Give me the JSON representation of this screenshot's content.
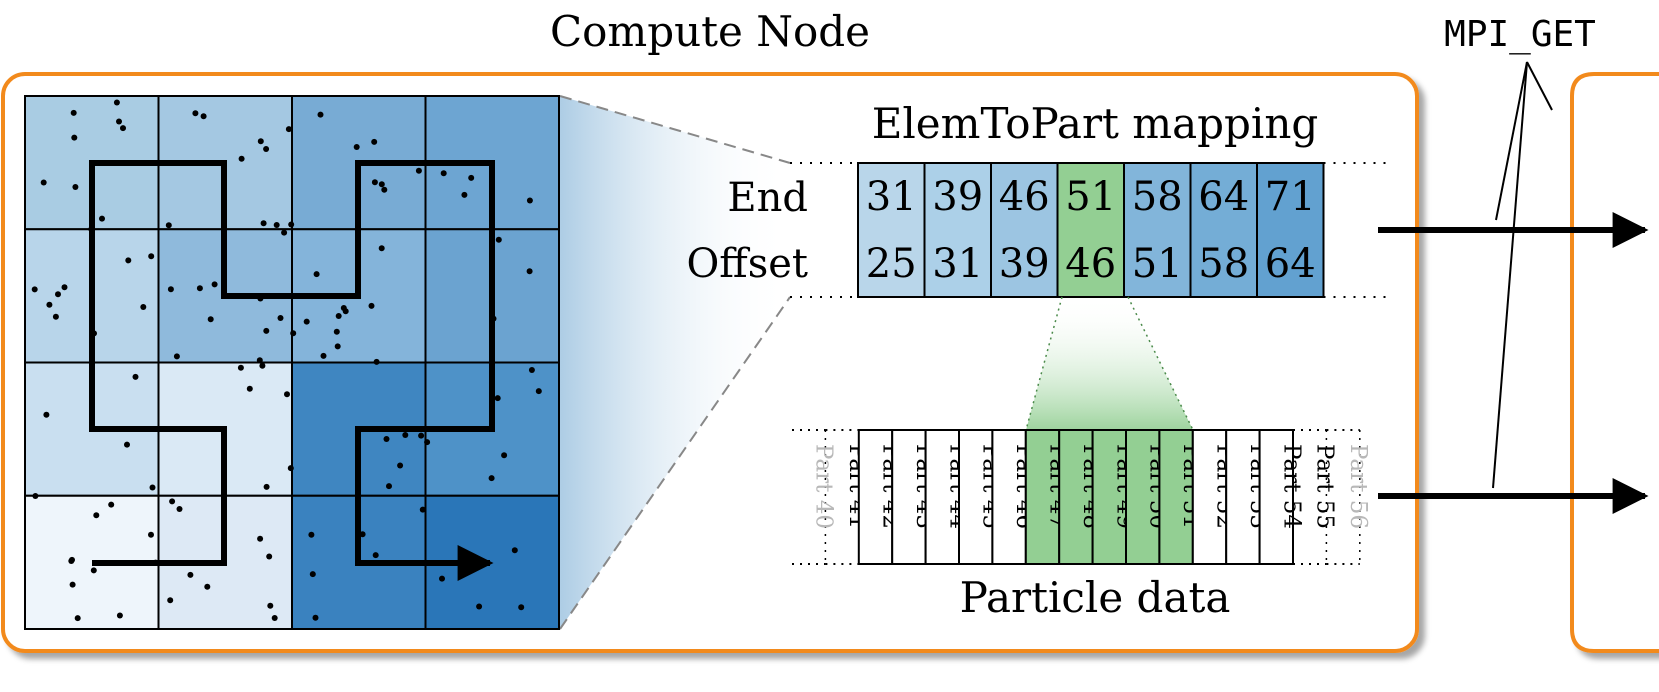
{
  "title": "Compute Node",
  "mpi_label": "MPI_GET",
  "mapping": {
    "title": "ElemToPart mapping",
    "end_label": "End",
    "offset_label": "Offset",
    "end_values": [
      "31",
      "39",
      "46",
      "51",
      "58",
      "64",
      "71"
    ],
    "offset_values": [
      "25",
      "31",
      "39",
      "46",
      "51",
      "58",
      "64"
    ],
    "highlight_index": 3
  },
  "particles": {
    "title": "Particle data",
    "labels": [
      "Part 40",
      "Part 41",
      "Part 42",
      "Part 43",
      "Part 44",
      "Part 45",
      "Part 46",
      "Part 47",
      "Part 48",
      "Part 49",
      "Part 50",
      "Part 51",
      "Part 52",
      "Part 53",
      "Part 54",
      "Part 55",
      "Part 56"
    ],
    "highlight": [
      "Part 47",
      "Part 48",
      "Part 49",
      "Part 50",
      "Part 51"
    ],
    "faded": [
      "Part 40",
      "Part 56"
    ]
  },
  "colors": {
    "node_border": "#f28a1e",
    "highlight_green": "#93cf93",
    "line": "#000000",
    "faded_text": "#b8b8b8"
  }
}
